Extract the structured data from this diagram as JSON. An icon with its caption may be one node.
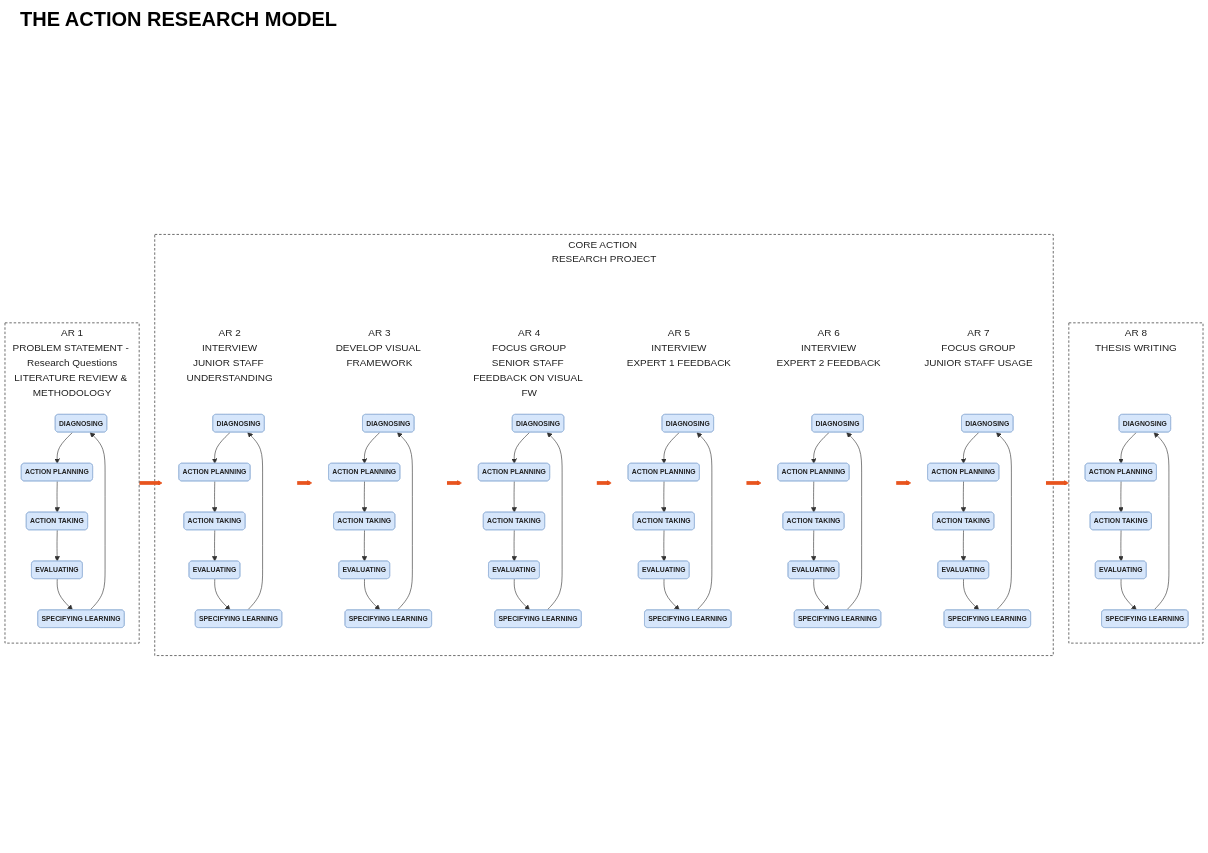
{
  "diagram": {
    "title": "THE ACTION RESEARCH MODEL",
    "nodes": [
      {
        "text": [
          "AR 1",
          "PROBLEM STATEMENT - Research Questions",
          "LITERATURE REVIEW & METHODOLOGY"
        ]
      },
      {
        "text": [
          "DIAGNOSING"
        ],
        "in": 0
      },
      {
        "text": [
          "ACTION PLANNING"
        ],
        "in": 0
      },
      {
        "text": [
          "ACTION TAKING"
        ],
        "in": 0
      },
      {
        "text": [
          "EVALUATING"
        ],
        "in": 0
      },
      {
        "text": [
          "SPECIFYING LEARNING"
        ],
        "in": 0
      },
      {
        "text": [
          "CORE ACTION RESEARCH PROJECT"
        ]
      },
      {
        "text": [
          "AR 2",
          "INTERVIEW",
          "JUNIOR STAFF UNDERSTANDING"
        ],
        "in": 6
      },
      {
        "text": [
          "DIAGNOSING"
        ],
        "in": 7
      },
      {
        "text": [
          "ACTION PLANNING"
        ],
        "in": 7
      },
      {
        "text": [
          "ACTION TAKING"
        ],
        "in": 7
      },
      {
        "text": [
          "EVALUATING"
        ],
        "in": 7
      },
      {
        "text": [
          "SPECIFYING LEARNING"
        ],
        "in": 7
      },
      {
        "text": [
          "AR 3",
          "DEVELOP VISUAL FRAMEWORK"
        ],
        "in": 6
      },
      {
        "text": [
          "DIAGNOSING"
        ],
        "in": 13
      },
      {
        "text": [
          "ACTION PLANNING"
        ],
        "in": 13
      },
      {
        "text": [
          "ACTION TAKING"
        ],
        "in": 13
      },
      {
        "text": [
          "EVALUATING"
        ],
        "in": 13
      },
      {
        "text": [
          "SPECIFYING LEARNING"
        ],
        "in": 13
      },
      {
        "text": [
          "AR 4",
          "FOCUS GROUP",
          "SENIOR STAFF FEEDBACK ON VISUAL FW"
        ],
        "in": 6
      },
      {
        "text": [
          "DIAGNOSING"
        ],
        "in": 19
      },
      {
        "text": [
          "ACTION PLANNING"
        ],
        "in": 19
      },
      {
        "text": [
          "ACTION TAKING"
        ],
        "in": 19
      },
      {
        "text": [
          "EVALUATING"
        ],
        "in": 19
      },
      {
        "text": [
          "SPECIFYING LEARNING"
        ],
        "in": 19
      },
      {
        "text": [
          "AR 5",
          "INTERVIEW",
          "EXPERT 1 FEEDBACK"
        ],
        "in": 6
      },
      {
        "text": [
          "DIAGNOSING"
        ],
        "in": 25
      },
      {
        "text": [
          "ACTION PLANNING"
        ],
        "in": 25
      },
      {
        "text": [
          "ACTION TAKING"
        ],
        "in": 25
      },
      {
        "text": [
          "EVALUATING"
        ],
        "in": 25
      },
      {
        "text": [
          "SPECIFYING LEARNING"
        ],
        "in": 25
      },
      {
        "text": [
          "AR 6",
          "INTERVIEW",
          "EXPERT 2 FEEDBACK"
        ],
        "in": 6
      },
      {
        "text": [
          "DIAGNOSING"
        ],
        "in": 31
      },
      {
        "text": [
          "ACTION PLANNING"
        ],
        "in": 31
      },
      {
        "text": [
          "ACTION TAKING"
        ],
        "in": 31
      },
      {
        "text": [
          "EVALUATING"
        ],
        "in": 31
      },
      {
        "text": [
          "SPECIFYING LEARNING"
        ],
        "in": 31
      },
      {
        "text": [
          "AR 7",
          "FOCUS GROUP",
          "JUNIOR STAFF USAGE"
        ],
        "in": 6
      },
      {
        "text": [
          "DIAGNOSING"
        ],
        "in": 37
      },
      {
        "text": [
          "ACTION PLANNING"
        ],
        "in": 37
      },
      {
        "text": [
          "ACTION TAKING"
        ],
        "in": 37
      },
      {
        "text": [
          "EVALUATING"
        ],
        "in": 37
      },
      {
        "text": [
          "SPECIFYING LEARNING"
        ],
        "in": 37
      },
      {
        "text": [
          "AR 8",
          "THESIS WRITING"
        ]
      },
      {
        "text": [
          "DIAGNOSING"
        ],
        "in": 43
      },
      {
        "text": [
          "ACTION PLANNING"
        ],
        "in": 43
      },
      {
        "text": [
          "ACTION TAKING"
        ],
        "in": 43
      },
      {
        "text": [
          "EVALUATING"
        ],
        "in": 43
      },
      {
        "text": [
          "SPECIFYING LEARNING"
        ],
        "in": 43
      }
    ],
    "edges": [
      {
        "from": 1,
        "to": 2,
        "arrow": "to"
      },
      {
        "from": 2,
        "to": 3,
        "arrow": "to"
      },
      {
        "from": 3,
        "to": 4,
        "arrow": "to"
      },
      {
        "from": 4,
        "to": 5,
        "arrow": "to"
      },
      {
        "from": 5,
        "to": 1,
        "arrow": "to"
      },
      {
        "from": 0,
        "to": 7,
        "arrow": "to",
        "style": "thick",
        "color": "#e8541e"
      },
      {
        "from": 8,
        "to": 9,
        "arrow": "to"
      },
      {
        "from": 9,
        "to": 10,
        "arrow": "to"
      },
      {
        "from": 10,
        "to": 11,
        "arrow": "to"
      },
      {
        "from": 11,
        "to": 12,
        "arrow": "to"
      },
      {
        "from": 12,
        "to": 8,
        "arrow": "to"
      },
      {
        "from": 7,
        "to": 13,
        "arrow": "to",
        "style": "thick",
        "color": "#e8541e"
      },
      {
        "from": 14,
        "to": 15,
        "arrow": "to"
      },
      {
        "from": 15,
        "to": 16,
        "arrow": "to"
      },
      {
        "from": 16,
        "to": 17,
        "arrow": "to"
      },
      {
        "from": 17,
        "to": 18,
        "arrow": "to"
      },
      {
        "from": 18,
        "to": 14,
        "arrow": "to"
      },
      {
        "from": 13,
        "to": 19,
        "arrow": "to",
        "style": "thick",
        "color": "#e8541e"
      },
      {
        "from": 20,
        "to": 21,
        "arrow": "to"
      },
      {
        "from": 21,
        "to": 22,
        "arrow": "to"
      },
      {
        "from": 22,
        "to": 23,
        "arrow": "to"
      },
      {
        "from": 23,
        "to": 24,
        "arrow": "to"
      },
      {
        "from": 24,
        "to": 20,
        "arrow": "to"
      },
      {
        "from": 19,
        "to": 25,
        "arrow": "to",
        "style": "thick",
        "color": "#e8541e"
      },
      {
        "from": 26,
        "to": 27,
        "arrow": "to"
      },
      {
        "from": 27,
        "to": 28,
        "arrow": "to"
      },
      {
        "from": 28,
        "to": 29,
        "arrow": "to"
      },
      {
        "from": 29,
        "to": 30,
        "arrow": "to"
      },
      {
        "from": 30,
        "to": 26,
        "arrow": "to"
      },
      {
        "from": 25,
        "to": 31,
        "arrow": "to",
        "style": "thick",
        "color": "#e8541e"
      },
      {
        "from": 32,
        "to": 33,
        "arrow": "to"
      },
      {
        "from": 33,
        "to": 34,
        "arrow": "to"
      },
      {
        "from": 34,
        "to": 35,
        "arrow": "to"
      },
      {
        "from": 35,
        "to": 36,
        "arrow": "to"
      },
      {
        "from": 36,
        "to": 32,
        "arrow": "to"
      },
      {
        "from": 31,
        "to": 37,
        "arrow": "to",
        "style": "thick",
        "color": "#e8541e"
      },
      {
        "from": 38,
        "to": 39,
        "arrow": "to"
      },
      {
        "from": 39,
        "to": 40,
        "arrow": "to"
      },
      {
        "from": 40,
        "to": 41,
        "arrow": "to"
      },
      {
        "from": 41,
        "to": 42,
        "arrow": "to"
      },
      {
        "from": 42,
        "to": 38,
        "arrow": "to"
      },
      {
        "from": 37,
        "to": 43,
        "arrow": "to",
        "style": "thick",
        "color": "#e8541e"
      },
      {
        "from": 44,
        "to": 45,
        "arrow": "to"
      },
      {
        "from": 45,
        "to": 46,
        "arrow": "to"
      },
      {
        "from": 46,
        "to": 47,
        "arrow": "to"
      },
      {
        "from": 47,
        "to": 48,
        "arrow": "to"
      },
      {
        "from": 48,
        "to": 44,
        "arrow": "to"
      }
    ]
  }
}
